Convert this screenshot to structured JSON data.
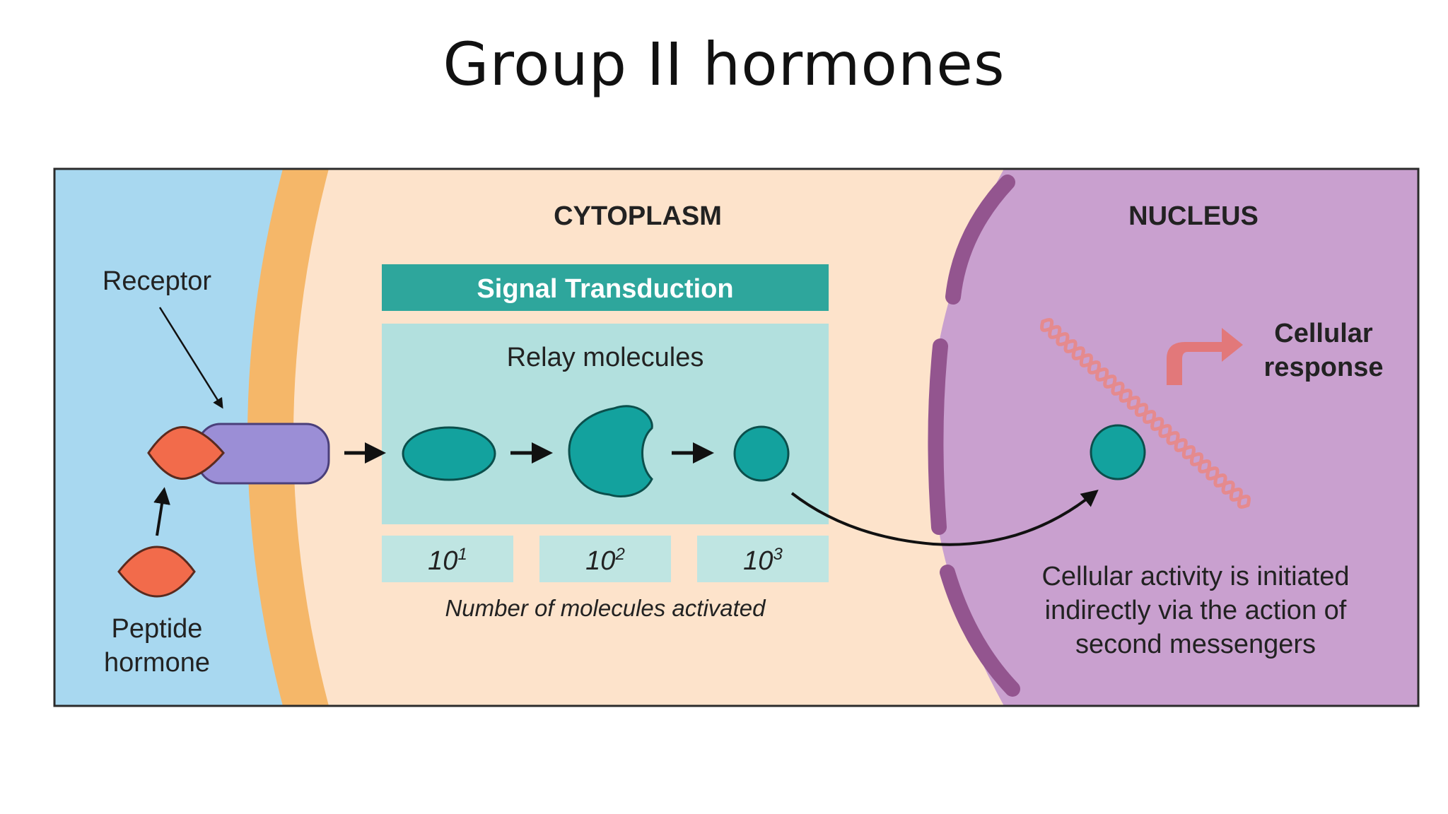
{
  "title": "Group II hormones",
  "diagram": {
    "cytoplasm_label": "CYTOPLASM",
    "nucleus_label": "NUCLEUS",
    "receptor_label": "Receptor",
    "hormone_label_line1": "Peptide",
    "hormone_label_line2": "hormone",
    "signal_transduction_label": "Signal Transduction",
    "relay_molecules_label": "Relay molecules",
    "counts": [
      {
        "base": "10",
        "exp": "1"
      },
      {
        "base": "10",
        "exp": "2"
      },
      {
        "base": "10",
        "exp": "3"
      }
    ],
    "counts_caption": "Number of molecules activated",
    "response_label_line1": "Cellular",
    "response_label_line2": "response",
    "description_line1": "Cellular activity is initiated",
    "description_line2": "indirectly via the action of",
    "description_line3": "second messengers"
  },
  "colors": {
    "extracellular": "#a8d8f0",
    "membrane": "#f5b769",
    "cytoplasm": "#fde3cb",
    "nucleus": "#c9a0cf",
    "nuclear_envelope": "#93558f",
    "teal_header": "#2ea69c",
    "relay_panel": "#b2e0de",
    "count_box": "#bfe5e2",
    "relay_molecule": "#13a29e",
    "hormone": "#f26b4b",
    "receptor": "#9b8ed6",
    "dna": "#e58a8e",
    "response_arrow": "#e2787a"
  }
}
